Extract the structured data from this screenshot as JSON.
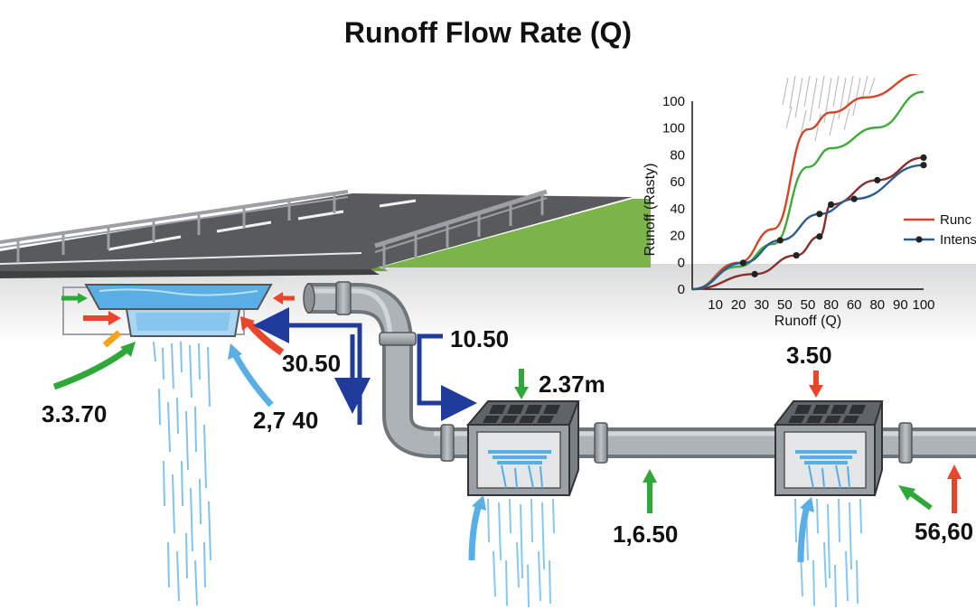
{
  "title": "Runoff Flow Rate (Q)",
  "labels": {
    "inlet_left": "3.3.70",
    "inlet_right_upper": "30.50",
    "inlet_right_lower": "2,7 40",
    "pipe_drop": "10.50",
    "chamber1_top": "2.37m",
    "pipe_mid": "1,6.50",
    "chamber2_top": "3.50",
    "chamber2_right": "56,60"
  },
  "colors": {
    "green_arrow": "#2fa83a",
    "red_arrow": "#e8452a",
    "orange_arrow": "#f3a21c",
    "blue_arrow": "#1f3b9c",
    "water": "#5aaee6",
    "pipe": "#9aa0a6",
    "road": "#595a5c",
    "grass": "#7bb449"
  },
  "chart_data": {
    "type": "line",
    "xlabel": "Runoff (Q)",
    "ylabel": "Runoff (Rasty)",
    "x_ticks": [
      "10",
      "20",
      "30",
      "50",
      "50",
      "80",
      "60",
      "80",
      "90",
      "100"
    ],
    "y_ticks": [
      "0",
      "0",
      "20",
      "40",
      "60",
      "80",
      "100",
      "100"
    ],
    "xlim": [
      0,
      100
    ],
    "ylim": [
      0,
      100
    ],
    "grid": false,
    "legend_position": "right",
    "series": [
      {
        "name": "Runc",
        "color": "#d64527",
        "markers": false,
        "x": [
          0,
          20,
          35,
          50,
          60,
          75,
          100
        ],
        "y": [
          0,
          14,
          32,
          85,
          94,
          102,
          115
        ]
      },
      {
        "name": "",
        "color": "#3faa3a",
        "markers": false,
        "x": [
          0,
          20,
          35,
          50,
          60,
          80,
          100
        ],
        "y": [
          0,
          12,
          24,
          65,
          75,
          86,
          105
        ]
      },
      {
        "name": "",
        "color": "#8a2e2a",
        "markers": true,
        "x": [
          0,
          27,
          45,
          55,
          60,
          80,
          100
        ],
        "y": [
          0,
          8,
          18,
          28,
          45,
          58,
          70
        ]
      },
      {
        "name": "Intens",
        "color": "#2a5d8e",
        "markers": true,
        "x": [
          0,
          22,
          38,
          55,
          70,
          100
        ],
        "y": [
          0,
          14,
          26,
          40,
          48,
          66
        ]
      }
    ]
  }
}
